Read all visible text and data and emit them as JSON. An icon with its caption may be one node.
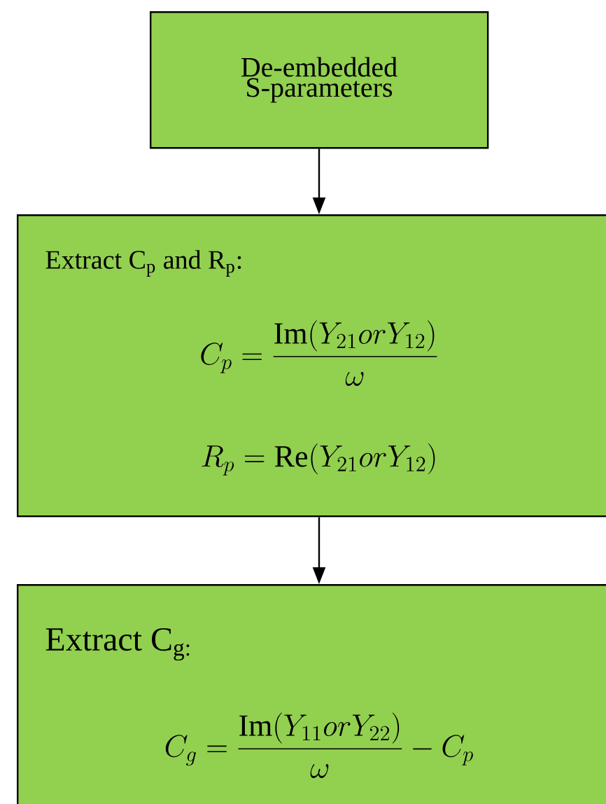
{
  "diagram": {
    "nodes": [
      {
        "text": [
          "De-embedded S-parameters"
        ]
      },
      {
        "text": [
          "Extract C$_{p}$ and R$_{p}$:",
          "C_{p} = \\frac{\\mathrm{Im}(Y_{21} or Y_{12})}{\\omega}",
          "R_{p} = \\mathrm{Re}(Y_{21} or Y_{12})"
        ]
      },
      {
        "text": [
          "Extract C$_{g:}$",
          "C_{g} = \\frac{\\mathrm{Im}(Y_{11} or Y_{22})}{\\omega} - C_{p}"
        ]
      }
    ],
    "edges": [
      {
        "from": 0,
        "to": 1,
        "arrow": "to"
      },
      {
        "from": 1,
        "to": 2,
        "arrow": "to"
      }
    ]
  }
}
